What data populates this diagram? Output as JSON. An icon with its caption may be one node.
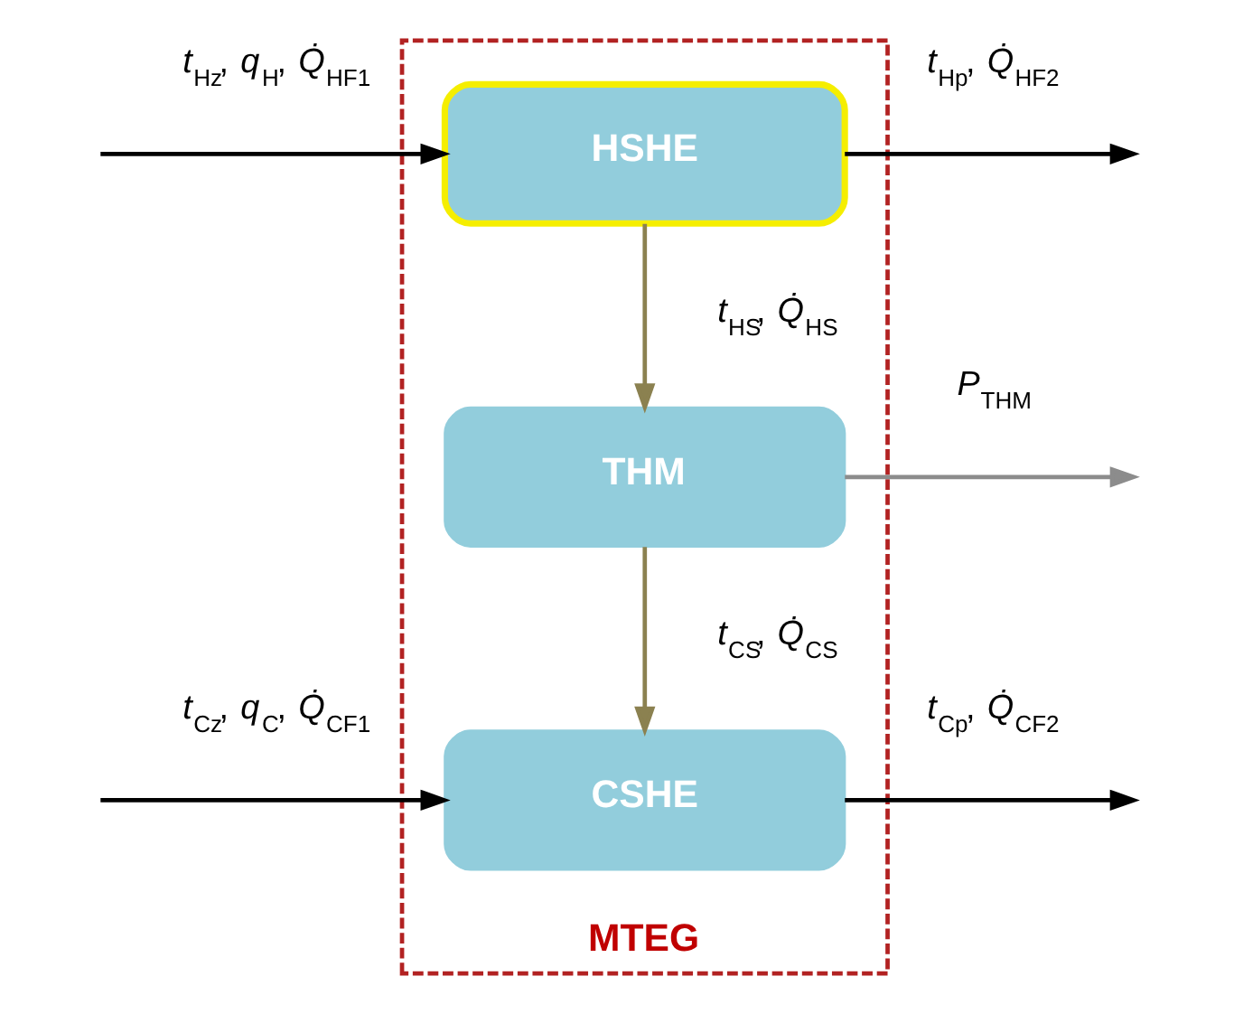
{
  "diagram": {
    "nodes": [
      {
        "text": [
          "MTEG"
        ]
      },
      {
        "text": [
          "HSHE"
        ],
        "in": 0
      },
      {
        "text": [
          "THM"
        ],
        "in": 0
      },
      {
        "text": [
          "CSHE"
        ],
        "in": 0
      }
    ],
    "edges": [
      {
        "from": null,
        "to": 1,
        "arrow": "to",
        "label": "*t*$_{Hz}$, *q*$_{H}$, *Q̇*$_{HF1}$"
      },
      {
        "from": 1,
        "to": null,
        "arrow": "to",
        "label": "*t*$_{Hp}$, *Q̇*$_{HF2}$"
      },
      {
        "from": 1,
        "to": 2,
        "arrow": "to",
        "label": "*t*$_{HS}$, *Q̇*$_{HS}$",
        "color": "#8b8150"
      },
      {
        "from": 2,
        "to": null,
        "arrow": "to",
        "label": "*P*$_{THM}$",
        "color": "#8c8c8c"
      },
      {
        "from": 2,
        "to": 3,
        "arrow": "to",
        "label": "*t*$_{CS}$, *Q̇*$_{CS}$",
        "color": "#8b8150"
      },
      {
        "from": null,
        "to": 3,
        "arrow": "to",
        "label": "*t*$_{Cz}$, *q*$_{C}$, *Q̇*$_{CF1}$"
      },
      {
        "from": 3,
        "to": null,
        "arrow": "to",
        "label": "*t*$_{Cp}$, *Q̇*$_{CF2}$"
      }
    ]
  }
}
